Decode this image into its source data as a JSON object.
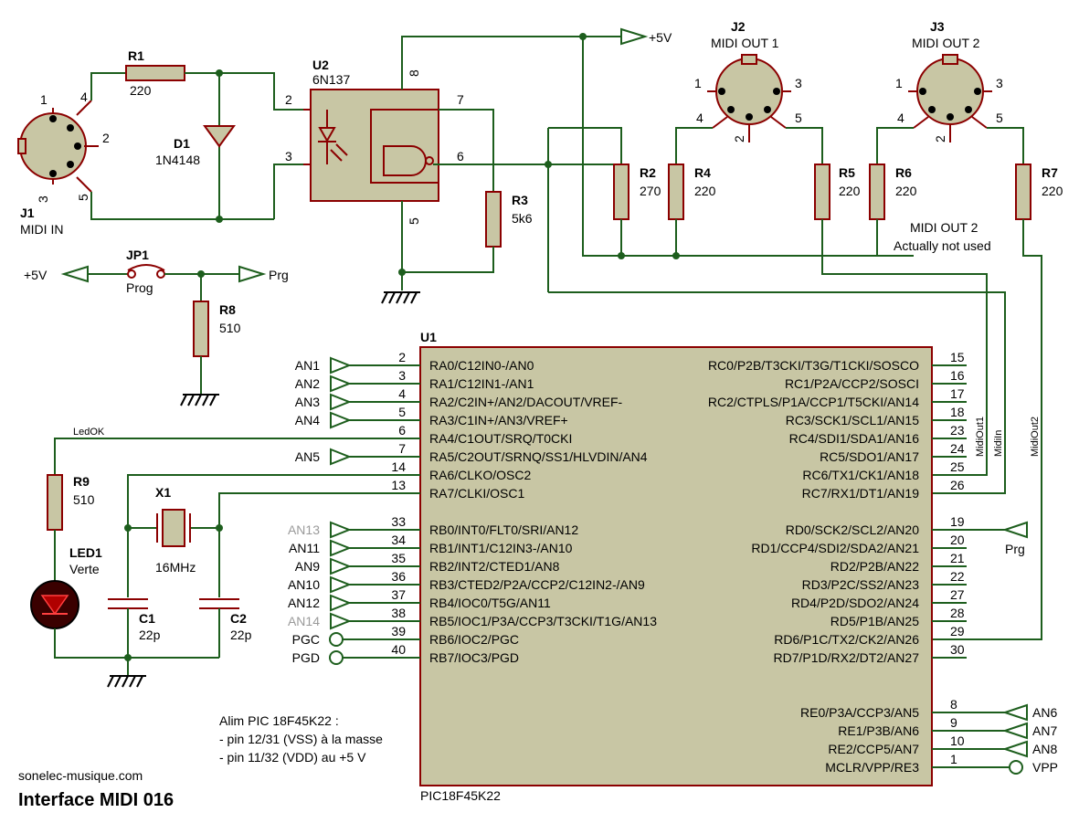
{
  "title": "Interface MIDI 016",
  "site": "sonelec-musique.com",
  "note": [
    "Alim PIC 18F45K22 :",
    "- pin 12/31 (VSS) à la masse",
    "- pin 11/32 (VDD) au +5 V"
  ],
  "components": {
    "J1": {
      "ref": "J1",
      "value": "MIDI IN",
      "pins": [
        "1",
        "4",
        "2",
        "3",
        "5"
      ]
    },
    "J2": {
      "ref": "J2",
      "value": "MIDI OUT 1",
      "pins": [
        "1",
        "3",
        "4",
        "2",
        "5"
      ]
    },
    "J3": {
      "ref": "J3",
      "value": "MIDI OUT 2",
      "pins": [
        "1",
        "3",
        "4",
        "2",
        "5"
      ]
    },
    "R1": {
      "ref": "R1",
      "value": "220"
    },
    "R2": {
      "ref": "R2",
      "value": "270"
    },
    "R3": {
      "ref": "R3",
      "value": "5k6"
    },
    "R4": {
      "ref": "R4",
      "value": "220"
    },
    "R5": {
      "ref": "R5",
      "value": "220"
    },
    "R6": {
      "ref": "R6",
      "value": "220"
    },
    "R7": {
      "ref": "R7",
      "value": "220"
    },
    "R8": {
      "ref": "R8",
      "value": "510"
    },
    "R9": {
      "ref": "R9",
      "value": "510"
    },
    "D1": {
      "ref": "D1",
      "value": "1N4148"
    },
    "U2": {
      "ref": "U2",
      "value": "6N137",
      "pins": [
        "2",
        "3",
        "8",
        "7",
        "6",
        "5"
      ]
    },
    "JP1": {
      "ref": "JP1",
      "value": "Prog"
    },
    "X1": {
      "ref": "X1",
      "value": "16MHz"
    },
    "C1": {
      "ref": "C1",
      "value": "22p"
    },
    "C2": {
      "ref": "C2",
      "value": "22p"
    },
    "LED1": {
      "ref": "LED1",
      "value": "Verte"
    },
    "U1": {
      "ref": "U1",
      "value": "PIC18F45K22"
    }
  },
  "midi_out2_note": [
    "MIDI OUT 2",
    "Actually not used"
  ],
  "nets": {
    "vcc": "+5V",
    "prg": "Prg",
    "ledok": "LedOK",
    "midiout1": "MidiOut1",
    "midiin": "MidiIn",
    "midiout2": "MidiOut2"
  },
  "left_pins": [
    {
      "num": "2",
      "name": "RA0/C12IN0-/AN0",
      "net": "AN1",
      "term": "arrow",
      "muted": false
    },
    {
      "num": "3",
      "name": "RA1/C12IN1-/AN1",
      "net": "AN2",
      "term": "arrow",
      "muted": false
    },
    {
      "num": "4",
      "name": "RA2/C2IN+/AN2/DACOUT/VREF-",
      "net": "AN3",
      "term": "arrow",
      "muted": false
    },
    {
      "num": "5",
      "name": "RA3/C1IN+/AN3/VREF+",
      "net": "AN4",
      "term": "arrow",
      "muted": false
    },
    {
      "num": "6",
      "name": "RA4/C1OUT/SRQ/T0CKI",
      "net": "",
      "term": "wire",
      "muted": false
    },
    {
      "num": "7",
      "name": "RA5/C2OUT/SRNQ/SS1/HLVDIN/AN4",
      "net": "AN5",
      "term": "arrow",
      "muted": false
    },
    {
      "num": "14",
      "name": "RA6/CLKO/OSC2",
      "net": "",
      "term": "wire",
      "muted": false
    },
    {
      "num": "13",
      "name": "RA7/CLKI/OSC1",
      "net": "",
      "term": "wire",
      "muted": false
    },
    {
      "num": "",
      "name": "",
      "net": "",
      "term": "none",
      "muted": false
    },
    {
      "num": "33",
      "name": "RB0/INT0/FLT0/SRI/AN12",
      "net": "AN13",
      "term": "arrow",
      "muted": true
    },
    {
      "num": "34",
      "name": "RB1/INT1/C12IN3-/AN10",
      "net": "AN11",
      "term": "arrow",
      "muted": false
    },
    {
      "num": "35",
      "name": "RB2/INT2/CTED1/AN8",
      "net": "AN9",
      "term": "arrow",
      "muted": false
    },
    {
      "num": "36",
      "name": "RB3/CTED2/P2A/CCP2/C12IN2-/AN9",
      "net": "AN10",
      "term": "arrow",
      "muted": false
    },
    {
      "num": "37",
      "name": "RB4/IOC0/T5G/AN11",
      "net": "AN12",
      "term": "arrow",
      "muted": false
    },
    {
      "num": "38",
      "name": "RB5/IOC1/P3A/CCP3/T3CKI/T1G/AN13",
      "net": "AN14",
      "term": "arrow",
      "muted": true
    },
    {
      "num": "39",
      "name": "RB6/IOC2/PGC",
      "net": "PGC",
      "term": "circle",
      "muted": false
    },
    {
      "num": "40",
      "name": "RB7/IOC3/PGD",
      "net": "PGD",
      "term": "circle",
      "muted": false
    }
  ],
  "right_pins": [
    {
      "num": "15",
      "name": "RC0/P2B/T3CKI/T3G/T1CKI/SOSCO",
      "net": "",
      "term": "none"
    },
    {
      "num": "16",
      "name": "RC1/P2A/CCP2/SOSCI",
      "net": "",
      "term": "none"
    },
    {
      "num": "17",
      "name": "RC2/CTPLS/P1A/CCP1/T5CKI/AN14",
      "net": "",
      "term": "none"
    },
    {
      "num": "18",
      "name": "RC3/SCK1/SCL1/AN15",
      "net": "",
      "term": "none"
    },
    {
      "num": "23",
      "name": "RC4/SDI1/SDA1/AN16",
      "net": "",
      "term": "none"
    },
    {
      "num": "24",
      "name": "RC5/SDO1/AN17",
      "net": "",
      "term": "none"
    },
    {
      "num": "25",
      "name": "RC6/TX1/CK1/AN18",
      "net": "",
      "term": "wire"
    },
    {
      "num": "26",
      "name": "RC7/RX1/DT1/AN19",
      "net": "",
      "term": "wire"
    },
    {
      "num": "",
      "name": "",
      "net": "",
      "term": "none"
    },
    {
      "num": "19",
      "name": "RD0/SCK2/SCL2/AN20",
      "net": "Prg",
      "term": "arrow"
    },
    {
      "num": "20",
      "name": "RD1/CCP4/SDI2/SDA2/AN21",
      "net": "",
      "term": "none"
    },
    {
      "num": "21",
      "name": "RD2/P2B/AN22",
      "net": "",
      "term": "none"
    },
    {
      "num": "22",
      "name": "RD3/P2C/SS2/AN23",
      "net": "",
      "term": "none"
    },
    {
      "num": "27",
      "name": "RD4/P2D/SDO2/AN24",
      "net": "",
      "term": "none"
    },
    {
      "num": "28",
      "name": "RD5/P1B/AN25",
      "net": "",
      "term": "none"
    },
    {
      "num": "29",
      "name": "RD6/P1C/TX2/CK2/AN26",
      "net": "",
      "term": "wire"
    },
    {
      "num": "30",
      "name": "RD7/P1D/RX2/DT2/AN27",
      "net": "",
      "term": "none"
    },
    {
      "num": "",
      "name": "",
      "net": "",
      "term": "none"
    },
    {
      "num": "",
      "name": "",
      "net": "",
      "term": "none"
    },
    {
      "num": "8",
      "name": "RE0/P3A/CCP3/AN5",
      "net": "AN6",
      "term": "arrow"
    },
    {
      "num": "9",
      "name": "RE1/P3B/AN6",
      "net": "AN7",
      "term": "arrow"
    },
    {
      "num": "10",
      "name": "RE2/CCP5/AN7",
      "net": "AN8",
      "term": "arrow"
    },
    {
      "num": "1",
      "name": "MCLR/VPP/RE3",
      "net": "VPP",
      "term": "circle"
    }
  ]
}
